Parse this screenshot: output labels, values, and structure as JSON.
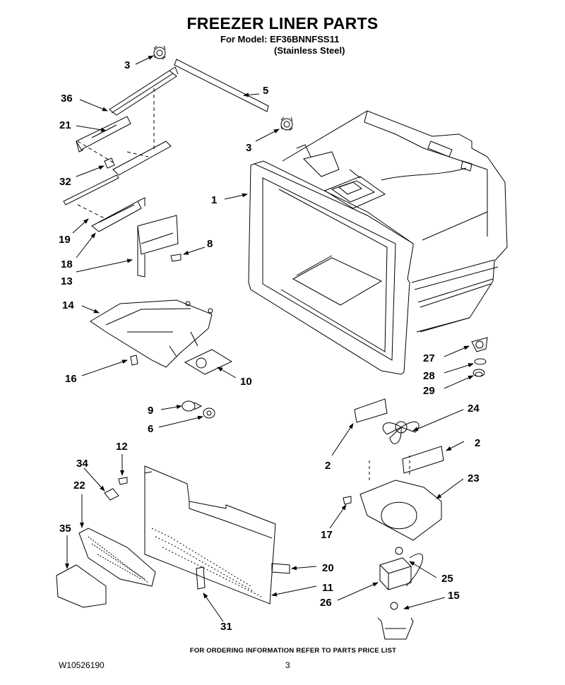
{
  "header": {
    "title": "FREEZER LINER PARTS",
    "model_line": "For Model: EF36BNNFSS11",
    "variant": "(Stainless Steel)"
  },
  "footer": {
    "ordering_note": "FOR ORDERING INFORMATION REFER TO PARTS PRICE LIST",
    "document_number": "W10526190",
    "page_number": "3"
  },
  "callouts": {
    "c3a": "3",
    "c36": "36",
    "c21": "21",
    "c32": "32",
    "c19": "19",
    "c18": "18",
    "c13": "13",
    "c14": "14",
    "c16": "16",
    "c9": "9",
    "c6": "6",
    "c12": "12",
    "c34": "34",
    "c22": "22",
    "c35": "35",
    "c31": "31",
    "c5": "5",
    "c3b": "3",
    "c1": "1",
    "c8": "8",
    "c10": "10",
    "c27": "27",
    "c28": "28",
    "c29": "29",
    "c24": "24",
    "c2a": "2",
    "c2b": "2",
    "c23": "23",
    "c17": "17",
    "c20": "20",
    "c11": "11",
    "c25": "25",
    "c26": "26",
    "c15": "15"
  }
}
